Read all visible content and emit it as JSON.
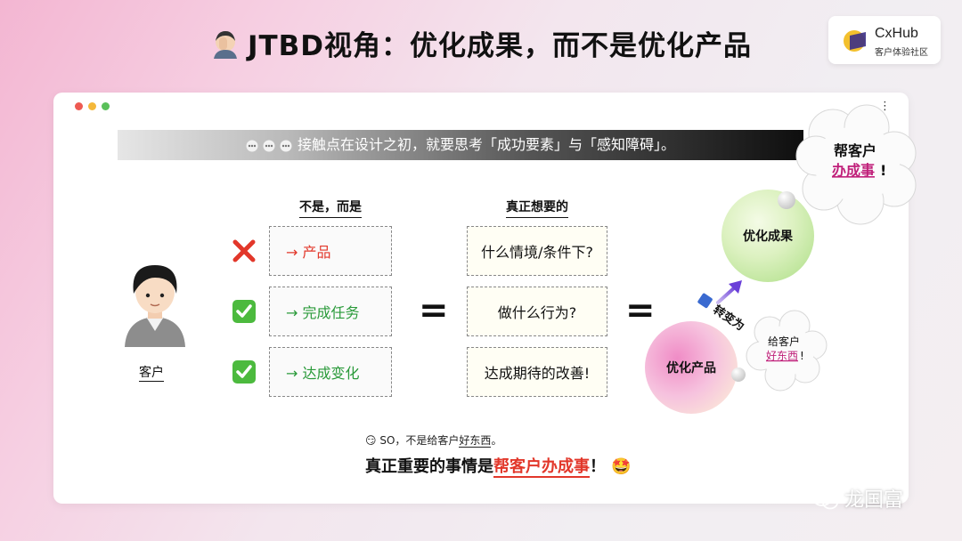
{
  "title": "JTBD视角：优化成果，而不是优化产品",
  "logo": {
    "name": "CxHub",
    "subtitle": "客户体验社区"
  },
  "banner": "接触点在设计之初，就要思考「成功要素」与「感知障碍」。",
  "columns": {
    "left_header": "不是，而是",
    "right_header": "真正想要的"
  },
  "customer_label": "客户",
  "left_items": [
    {
      "text": "→ 产品",
      "status": "cross"
    },
    {
      "text": "→ 完成任务",
      "status": "check"
    },
    {
      "text": "→ 达成变化",
      "status": "check"
    }
  ],
  "right_items": [
    "什么情境/条件下?",
    "做什么行为?",
    "达成期待的改善!"
  ],
  "equals": "=",
  "diagram": {
    "outcome": "优化成果",
    "product": "优化产品",
    "transform": "转变为",
    "cloud_top_line1": "帮客户",
    "cloud_top_line2": "办成事",
    "cloud_top_end": "!",
    "cloud_small_line1": "给客户",
    "cloud_small_line2": "好东西",
    "cloud_small_end": "!"
  },
  "note": {
    "prefix": "SO，不是给客户",
    "highlight": "好东西",
    "suffix": "。"
  },
  "conclusion": {
    "prefix": "真正重要的事情是",
    "highlight": "帮客户办成事",
    "suffix": "！"
  },
  "watermark": "龙国富",
  "colors": {
    "red": "#e2372a",
    "green": "#2a9a3a",
    "magenta": "#c0207a"
  }
}
